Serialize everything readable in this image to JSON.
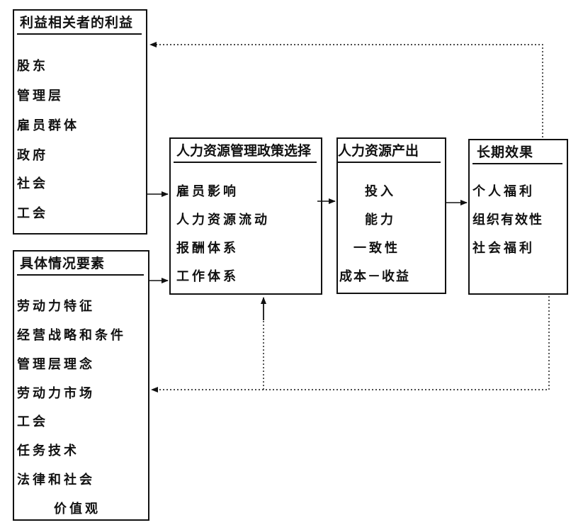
{
  "stakeholders": {
    "title": "利益相关者的利益",
    "items": [
      "股东",
      "管理层",
      "雇员群体",
      "政府",
      "社会",
      "工会"
    ]
  },
  "situational": {
    "title": "具体情况要素",
    "items": [
      "劳动力特征",
      "经营战略和条件",
      "管理层理念",
      "劳动力市场",
      "工会",
      "任务技术",
      "法律和社会",
      "价值观"
    ]
  },
  "policy": {
    "title": "人力资源管理政策选择",
    "items": [
      "雇员影响",
      "人力资源流动",
      "报酬体系",
      "工作体系"
    ]
  },
  "outcomes": {
    "title": "人力资源产出",
    "items": [
      "投入",
      "能力",
      "一致性",
      "成本－收益"
    ]
  },
  "longterm": {
    "title": "长期效果",
    "items": [
      "个人福利",
      "组织有效性",
      "社会福利"
    ]
  },
  "connections": [
    {
      "from": "stakeholders",
      "to": "policy",
      "style": "solid"
    },
    {
      "from": "situational",
      "to": "policy",
      "style": "solid"
    },
    {
      "from": "policy",
      "to": "outcomes",
      "style": "solid"
    },
    {
      "from": "outcomes",
      "to": "longterm",
      "style": "solid"
    },
    {
      "from": "longterm",
      "to": "stakeholders",
      "style": "dotted"
    },
    {
      "from": "longterm",
      "to": "situational",
      "style": "dotted"
    },
    {
      "from": "longterm",
      "to": "policy",
      "style": "dotted"
    }
  ]
}
